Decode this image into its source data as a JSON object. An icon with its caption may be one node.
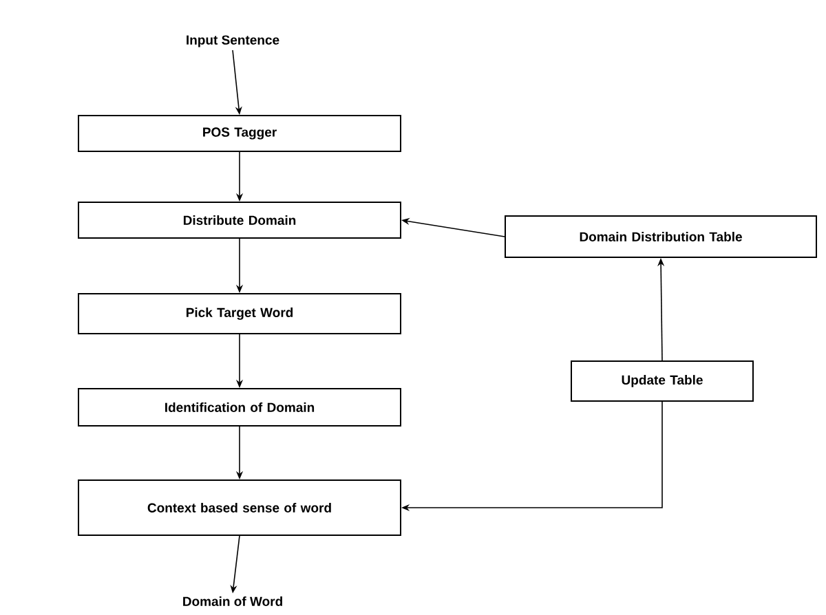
{
  "diagram": {
    "nodes": [
      {
        "text": [
          "Input Sentence"
        ]
      },
      {
        "text": [
          "POS Tagger"
        ]
      },
      {
        "text": [
          "Distribute Domain"
        ]
      },
      {
        "text": [
          "Pick Target Word"
        ]
      },
      {
        "text": [
          "Identification of Domain"
        ]
      },
      {
        "text": [
          "Context based sense of word"
        ]
      },
      {
        "text": [
          "Domain of Word"
        ]
      },
      {
        "text": [
          "Domain Distribution Table"
        ]
      },
      {
        "text": [
          "Update Table"
        ]
      }
    ],
    "edges": [
      {
        "from": 0,
        "to": 1,
        "arrow": "to"
      },
      {
        "from": 1,
        "to": 2,
        "arrow": "to"
      },
      {
        "from": 2,
        "to": 3,
        "arrow": "to"
      },
      {
        "from": 3,
        "to": 4,
        "arrow": "to"
      },
      {
        "from": 4,
        "to": 5,
        "arrow": "to"
      },
      {
        "from": 5,
        "to": 6,
        "arrow": "to"
      },
      {
        "from": 7,
        "to": 2,
        "arrow": "to"
      },
      {
        "from": 8,
        "to": 7,
        "arrow": "to"
      },
      {
        "from": 8,
        "to": 5,
        "arrow": "to"
      }
    ]
  }
}
